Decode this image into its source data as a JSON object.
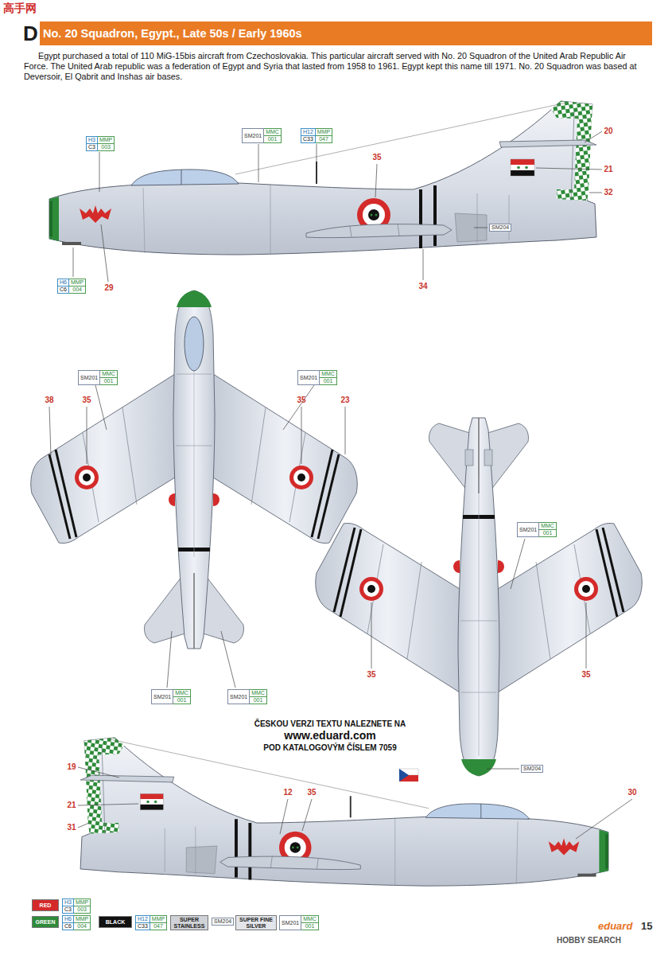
{
  "diagram": {
    "title": "No. 20 Squadron, Egypt., Late 50s / Early 1960s",
    "labels": [
      "D",
      "Egypt purchased a total of 110 MiG-15bis aircraft from Czechoslovakia. This particular aircraft served with No. 20 Squadron of the United Arab Republic Air Force. The United Arab republic was a federation of Egypt and Syria that lasted from 1958 to 1961. Egypt kept this name till 1971. No. 20 Squadron was based at Deversoir, El Qabrit and Inshas air bases.",
      "SM201",
      "MMC",
      "001",
      "H12",
      "MMP",
      "C33",
      "047",
      "H3",
      "MMP",
      "C3",
      "003",
      "35",
      "20",
      "21",
      "32",
      "SM204",
      "H6",
      "MMP",
      "C6",
      "004",
      "29",
      "34",
      "SM201",
      "MMC",
      "001",
      "SM201",
      "MMC",
      "001",
      "38",
      "35",
      "35",
      "23",
      "SM201",
      "MMC",
      "001",
      "35",
      "35",
      "SM201",
      "MMC",
      "001",
      "SM201",
      "MMC",
      "001",
      "ČESKOU VERZI TEXTU NALEZNETE NA",
      "www.eduard.com",
      "POD KATALOGOVÝM ČÍSLEM 7059",
      "SM204",
      "19",
      "21",
      "31",
      "12",
      "35",
      "30",
      "H3",
      "MMP",
      "C3",
      "003",
      "H6",
      "MMP",
      "C6",
      "004",
      "H12",
      "MMP",
      "C33",
      "047",
      "SM204",
      "SM201",
      "MMC",
      "001",
      "eduard",
      "15",
      "高手网",
      "HOBBY SEARCH"
    ],
    "legend": [
      {
        "text": "RED",
        "color": "#d42a2a"
      },
      {
        "text": "GREEN",
        "color": "#2e8b3a"
      },
      {
        "text": "BLACK",
        "color": "#111111"
      },
      {
        "text": "SUPER STAINLESS",
        "color": "#cfd2d6"
      },
      {
        "text": "SUPER FINE SILVER",
        "color": "#e2e5ea"
      }
    ]
  }
}
